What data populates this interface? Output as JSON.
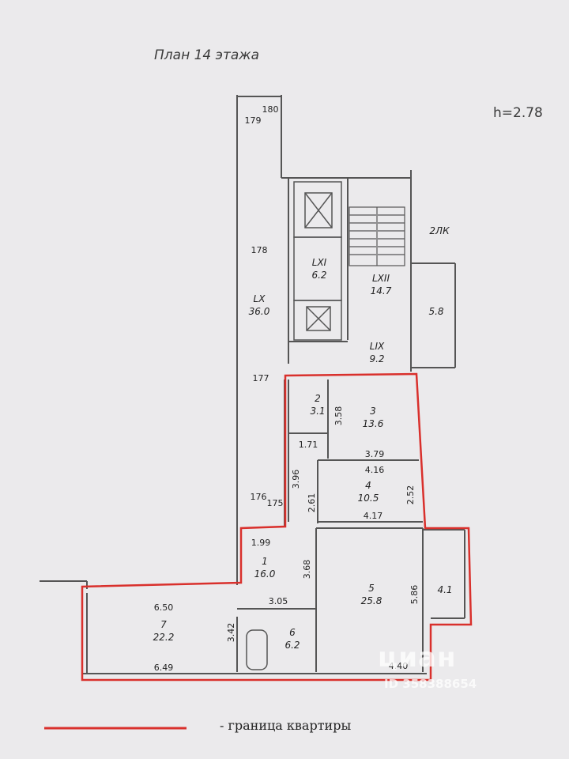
{
  "title": "План 14 этажа",
  "ceiling_height": "h=2.78",
  "legend": {
    "label": "- граница квартиры",
    "line_color": "#d9302c"
  },
  "stair_label": "2ЛК",
  "common_areas": [
    {
      "id": "lxi",
      "name": "LXI",
      "area": "6.2"
    },
    {
      "id": "lxii",
      "name": "LXII",
      "area": "14.7"
    },
    {
      "id": "lx",
      "name": "LX",
      "area": "36.0"
    },
    {
      "id": "lix",
      "name": "LIX",
      "area": "9.2"
    }
  ],
  "balcony_common_area": "5.8",
  "rooms": [
    {
      "number": "1",
      "area": "16.0"
    },
    {
      "number": "2",
      "area": "3.1"
    },
    {
      "number": "3",
      "area": "13.6"
    },
    {
      "number": "4",
      "area": "10.5"
    },
    {
      "number": "5",
      "area": "25.8"
    },
    {
      "number": "6",
      "area": "6.2"
    },
    {
      "number": "7",
      "area": "22.2"
    }
  ],
  "balcony_area": "4.1",
  "dimensions": [
    "180",
    "179",
    "178",
    "177",
    "176",
    "175",
    "1.99",
    "3.58",
    "1.71",
    "3.79",
    "4.16",
    "3.96",
    "2.61",
    "2.52",
    "4.17",
    "3.68",
    "5.86",
    "3.05",
    "6.50",
    "3.42",
    "6.49",
    "4.40"
  ],
  "watermark": {
    "brand": "циан",
    "id": "ID 358388654"
  }
}
